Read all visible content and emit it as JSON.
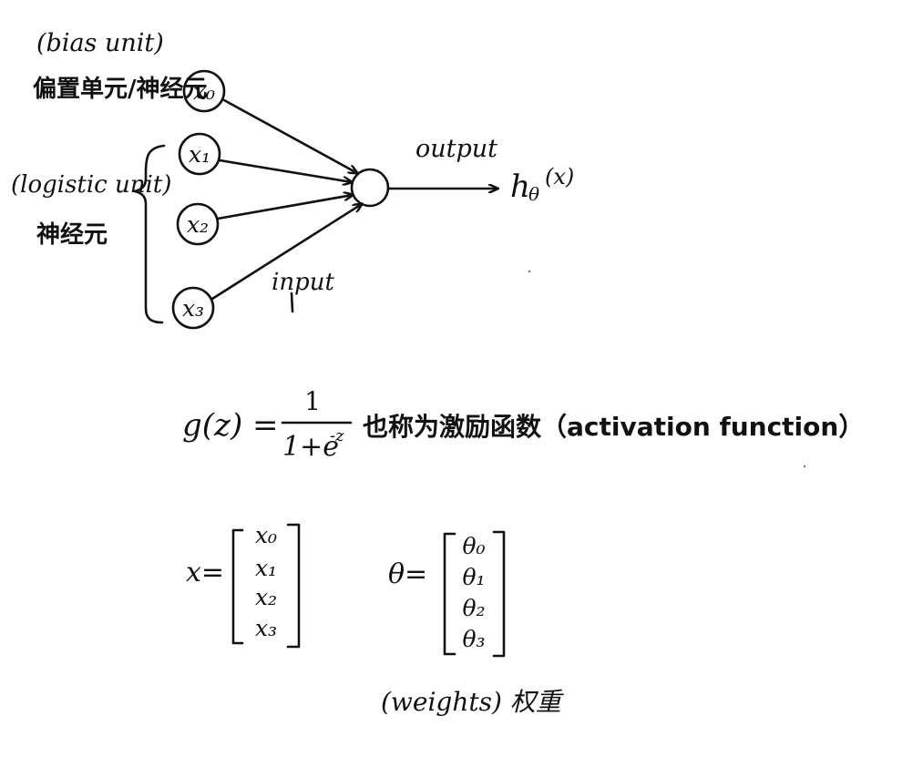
{
  "labels": {
    "bias_unit_en": "(bias unit)",
    "bias_unit_zh": "偏置单元/神经元",
    "logistic_unit_en": "(logistic unit)",
    "logistic_unit_zh": "神经元",
    "output": "output",
    "input": "input"
  },
  "nodes": {
    "x0": "x₀",
    "x1": "x₁",
    "x2": "x₂",
    "x3": "x₃"
  },
  "hypothesis": {
    "h": "h",
    "theta": "θ",
    "arg": "(x)"
  },
  "formula": {
    "lhs": "g(z) =",
    "numerator": "1",
    "denominator_base": "1+e",
    "denominator_exp": "-z",
    "description": "也称为激励函数（activation function）"
  },
  "vectors": {
    "x_name": "x=",
    "x_entries": [
      "x₀",
      "x₁",
      "x₂",
      "x₃"
    ],
    "theta_name": "θ=",
    "theta_entries": [
      "θ₀",
      "θ₁",
      "θ₂",
      "θ₃"
    ],
    "weights_caption": "(weights) 权重"
  },
  "colors": {
    "ink": "#111111",
    "paper": "#ffffff"
  }
}
